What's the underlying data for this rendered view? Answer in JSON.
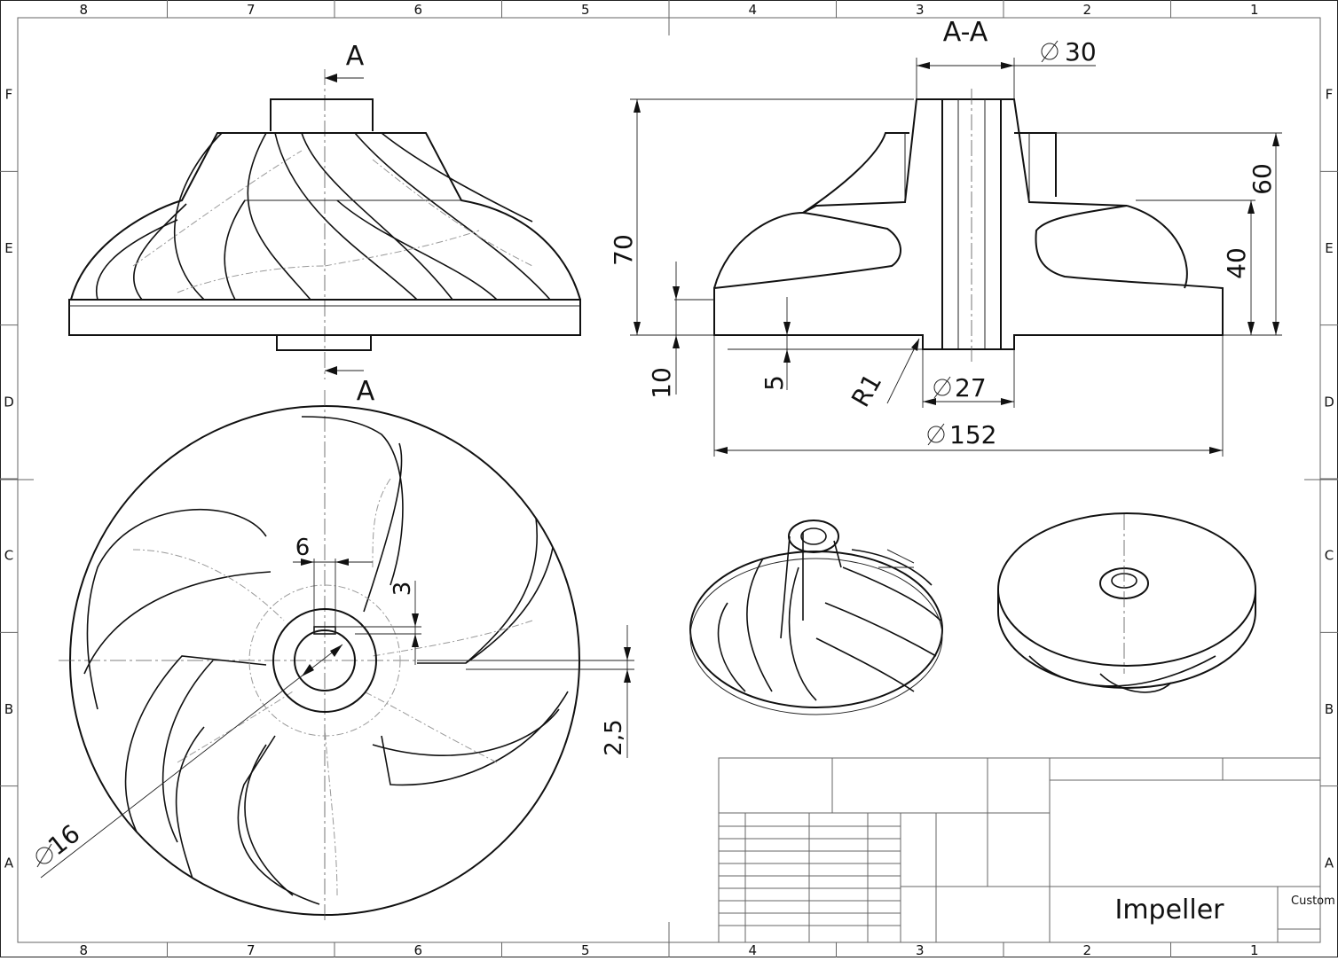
{
  "border": {
    "columns": [
      "8",
      "7",
      "6",
      "5",
      "4",
      "3",
      "2",
      "1"
    ],
    "rows": [
      "F",
      "E",
      "D",
      "C",
      "B",
      "A"
    ]
  },
  "views": {
    "front_section_marker_top": "A",
    "front_section_marker_bottom": "A",
    "section_title": "A-A"
  },
  "dimensions": {
    "d30": "30",
    "d27": "27",
    "d152": "152",
    "h70": "70",
    "h60": "60",
    "h40": "40",
    "h10": "10",
    "h5": "5",
    "r1": "R1",
    "d16": "16",
    "w6": "6",
    "w3": "3",
    "w2_5": "2,5"
  },
  "title_block": {
    "title": "Impeller",
    "size_label": "Custom"
  }
}
